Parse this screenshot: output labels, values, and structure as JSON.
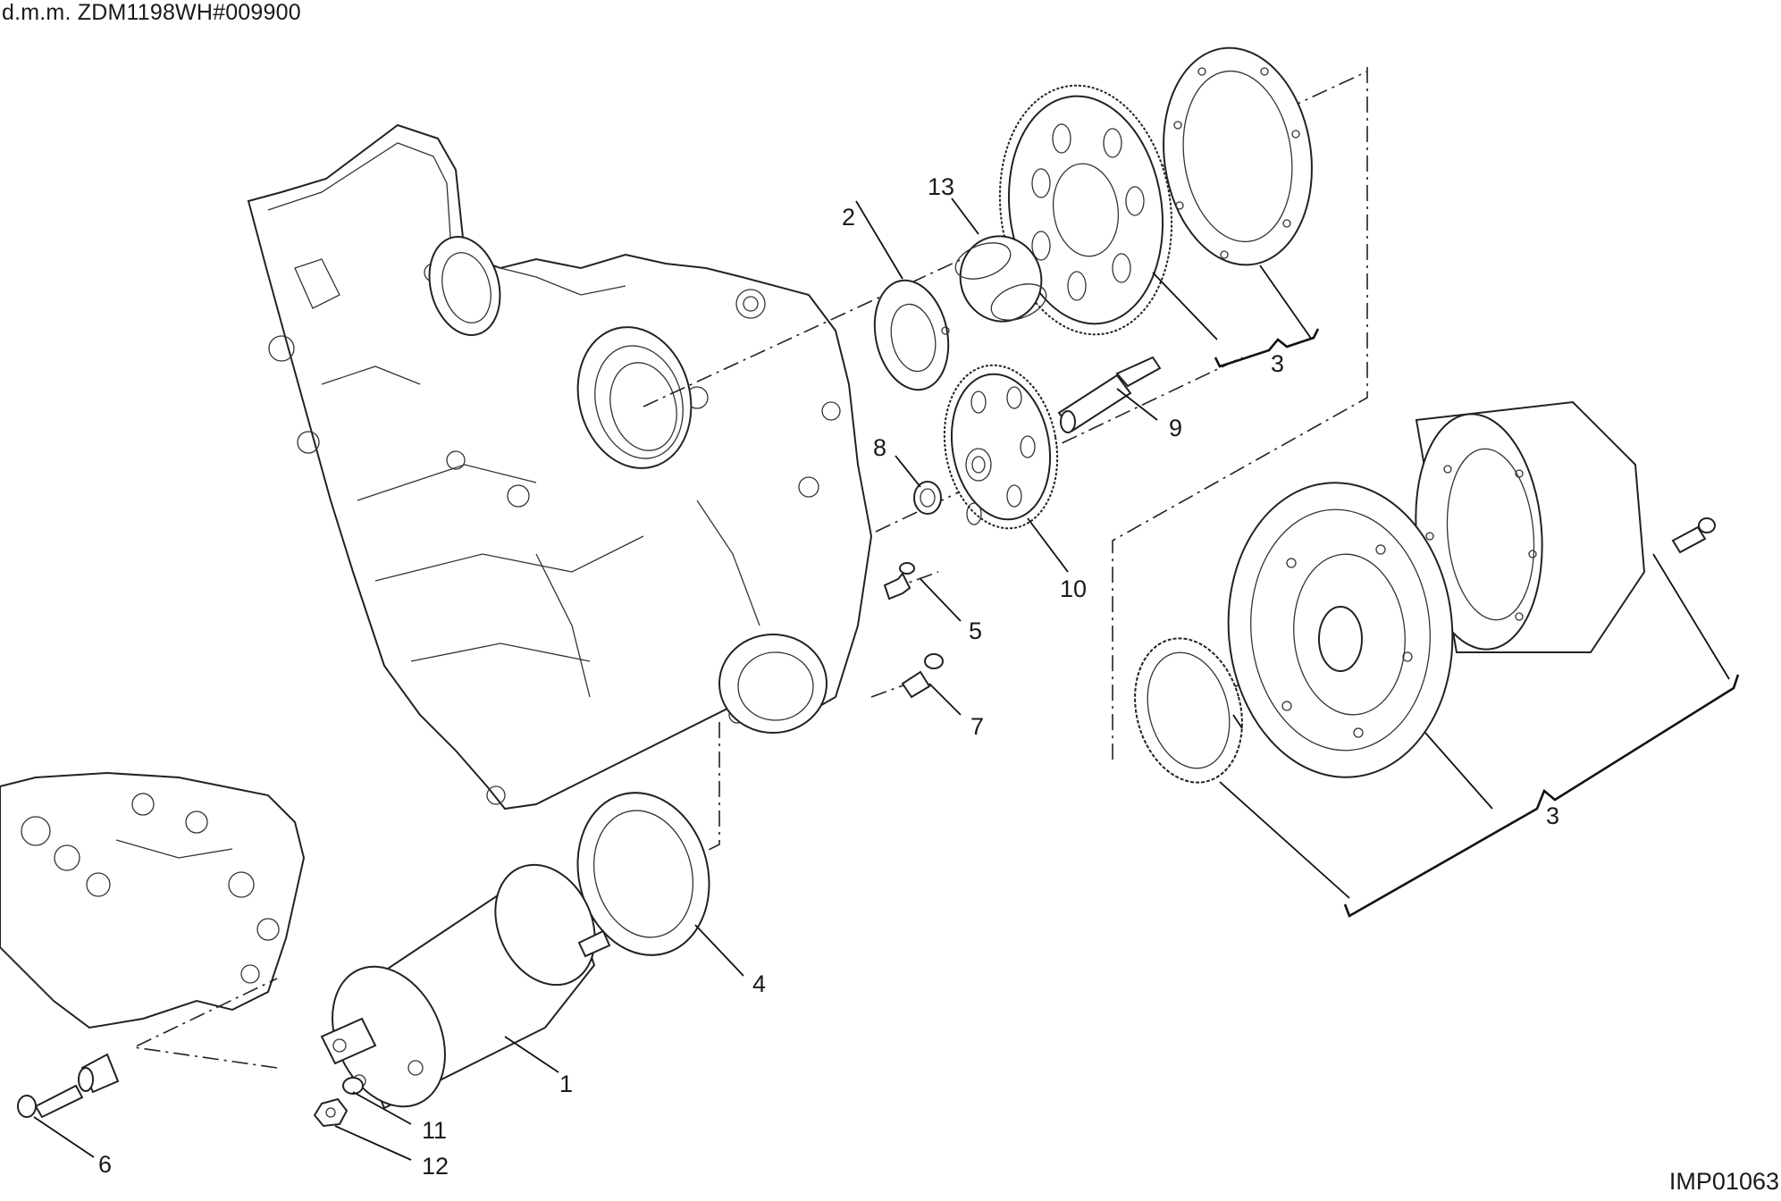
{
  "header": {
    "code": "d.m.m. ZDM1198WH#009900"
  },
  "footer": {
    "drawing_id": "IMP01063"
  },
  "callouts": {
    "c1": "1",
    "c2": "2",
    "c3a": "3",
    "c3b": "3",
    "c4": "4",
    "c5": "5",
    "c6": "6",
    "c7": "7",
    "c8": "8",
    "c9": "9",
    "c10": "10",
    "c11": "11",
    "c12": "12",
    "c13": "13"
  }
}
